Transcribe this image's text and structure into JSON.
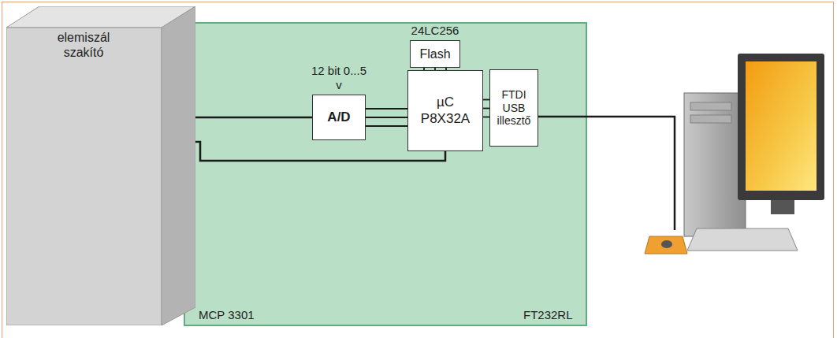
{
  "diagram": {
    "nodes": [
      {
        "text": [
          "elemiszál szakító"
        ]
      },
      {
        "text": [
          "12 bit 0...5 v",
          "A/D"
        ]
      },
      {
        "text": [
          "24LC256",
          "Flash"
        ]
      },
      {
        "text": [
          "µC P8X32A"
        ]
      },
      {
        "text": [
          "FTDI USB illesztő"
        ]
      }
    ],
    "edges": [
      {
        "from": 0,
        "to": 1,
        "arrow": "none"
      },
      {
        "from": 0,
        "to": 3,
        "arrow": "none"
      },
      {
        "from": 1,
        "to": 3,
        "arrow": "none"
      },
      {
        "from": 2,
        "to": 3,
        "arrow": "none"
      },
      {
        "from": 3,
        "to": 4,
        "arrow": "none"
      }
    ],
    "labels": [
      "MCP 3301",
      "FT232RL"
    ]
  }
}
